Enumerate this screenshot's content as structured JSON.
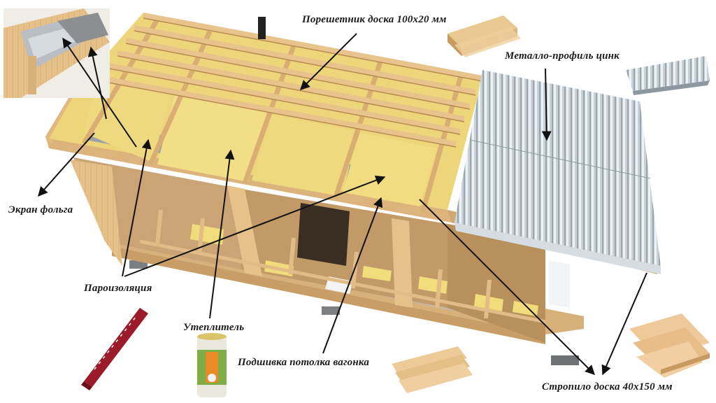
{
  "labels": {
    "batten": "Порешетник доска 100х20 мм",
    "metal_profile": "Металло-профиль цинк",
    "foil_screen": "Экран фольга",
    "vapor_barrier": "Пароизоляция",
    "insulation": "Утеплитель",
    "ceiling_lining": "Подшивка потолка вагонка",
    "rafter": "Стропило доска 40х150 мм"
  },
  "colors": {
    "wood": "#e8c48c",
    "wood_dark": "#b88a52",
    "insulation": "#f0dc7a",
    "metal": "#c9d3da",
    "vapor": "#9aa2a8",
    "text": "#1a1a1a"
  }
}
